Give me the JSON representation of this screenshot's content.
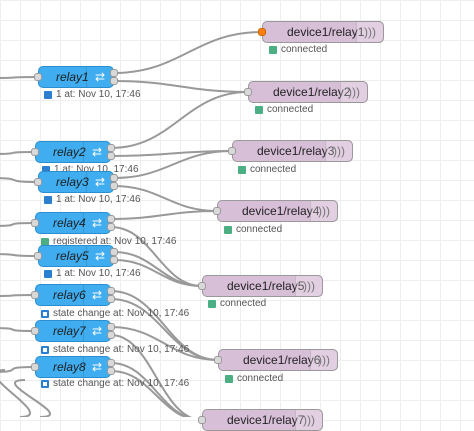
{
  "colors": {
    "function_node": "#3fadef",
    "mqtt_node": "#d8bfd8",
    "wire": "#999999",
    "status_connected": "#4caf83",
    "status_blue": "#2b7fd1",
    "port_active": "#ff7f0e"
  },
  "function_nodes": [
    {
      "label": "relay1",
      "status": "1 at: Nov 10, 17:46",
      "status_type": "blue"
    },
    {
      "label": "relay2",
      "status": "1 at: Nov 10, 17:46",
      "status_type": "blue"
    },
    {
      "label": "relay3",
      "status": "1 at: Nov 10, 17:46",
      "status_type": "blue"
    },
    {
      "label": "relay4",
      "status": "registered at: Nov 10, 17:46",
      "status_type": "green"
    },
    {
      "label": "relay5",
      "status": "1 at: Nov 10, 17:46",
      "status_type": "blue"
    },
    {
      "label": "relay6",
      "status": "state change at: Nov 10, 17:46",
      "status_type": "ring"
    },
    {
      "label": "relay7",
      "status": "state change at: Nov 10, 17:46",
      "status_type": "ring"
    },
    {
      "label": "relay8",
      "status": "state change at: Nov 10, 17:46",
      "status_type": "ring"
    }
  ],
  "mqtt_nodes": [
    {
      "label": "device1/relay1",
      "status": "connected"
    },
    {
      "label": "device1/relay2",
      "status": "connected"
    },
    {
      "label": "device1/relay3",
      "status": "connected"
    },
    {
      "label": "device1/relay4",
      "status": "connected"
    },
    {
      "label": "device1/relay5",
      "status": "connected"
    },
    {
      "label": "device1/relay6",
      "status": "connected"
    },
    {
      "label": "device1/relay7",
      "status": ""
    }
  ]
}
